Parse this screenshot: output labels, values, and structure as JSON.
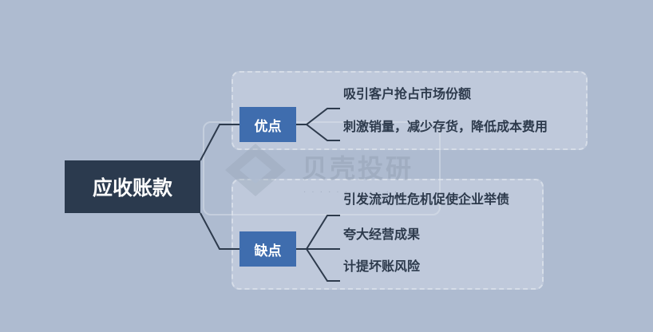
{
  "root": {
    "label": "应收账款"
  },
  "branches": [
    {
      "label": "优点",
      "items": [
        "吸引客户抢占市场份额",
        "刺激销量，减少存货，降低成本费用"
      ]
    },
    {
      "label": "缺点",
      "items": [
        "引发流动性危机促使企业举债",
        "夸大经营成果",
        "计提坏账风险"
      ]
    }
  ],
  "watermark": {
    "text": "贝壳投研",
    "logo_icon": "diamond-logo-icon"
  },
  "colors": {
    "background": "#aebbd0",
    "root_fill": "#2b3a4e",
    "branch_fill": "#3f6dae",
    "connector": "#2d3a4c",
    "group_border": "#d6dde8"
  }
}
